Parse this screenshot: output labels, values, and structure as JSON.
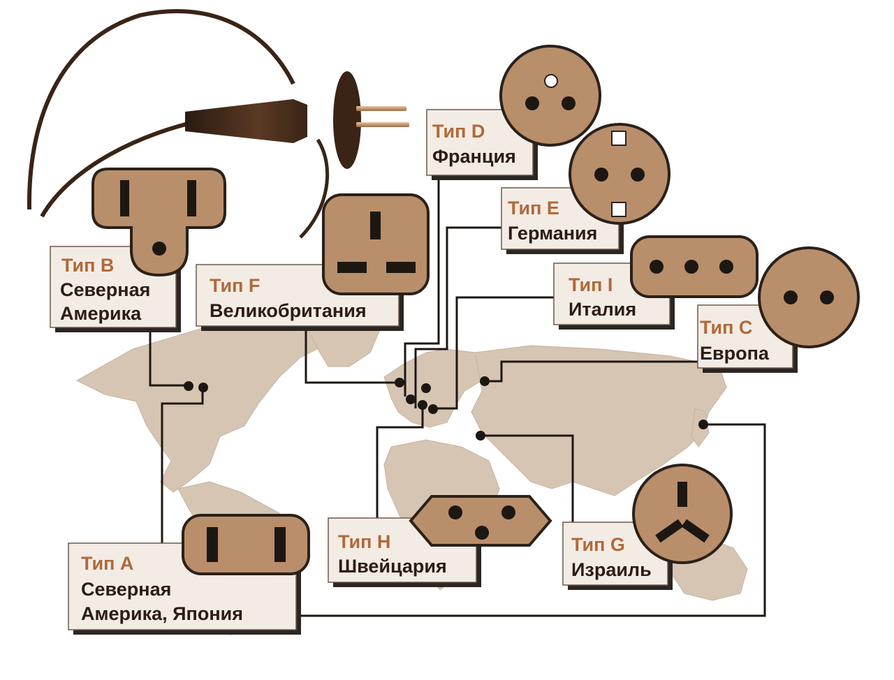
{
  "colors": {
    "socket_fill": "#b98e6b",
    "socket_stroke": "#2a211a",
    "label_fill": "#f3ece4",
    "label_shadow": "#2b2622",
    "map_fill": "#d6c5b3",
    "type_text": "#b0693a",
    "country_text": "#2b1d14",
    "line": "#1d1712"
  },
  "plug_types": [
    {
      "id": "A",
      "type_label": "Тип A",
      "country_lines": [
        "Северная",
        "Америка, Япония"
      ],
      "icon": "type-a-socket-icon"
    },
    {
      "id": "B",
      "type_label": "Тип B",
      "country_lines": [
        "Северная",
        "Америка"
      ],
      "icon": "type-b-socket-icon"
    },
    {
      "id": "C",
      "type_label": "Тип C",
      "country_lines": [
        "Европа"
      ],
      "icon": "type-c-socket-icon"
    },
    {
      "id": "D",
      "type_label": "Тип D",
      "country_lines": [
        "Франция"
      ],
      "icon": "type-d-socket-icon"
    },
    {
      "id": "E",
      "type_label": "Тип E",
      "country_lines": [
        "Германия"
      ],
      "icon": "type-e-socket-icon"
    },
    {
      "id": "F",
      "type_label": "Тип F",
      "country_lines": [
        "Великобритания"
      ],
      "icon": "type-f-socket-icon"
    },
    {
      "id": "G",
      "type_label": "Тип G",
      "country_lines": [
        "Израиль"
      ],
      "icon": "type-g-socket-icon"
    },
    {
      "id": "H",
      "type_label": "Тип H",
      "country_lines": [
        "Швейцария"
      ],
      "icon": "type-h-socket-icon"
    },
    {
      "id": "I",
      "type_label": "Тип I",
      "country_lines": [
        "Италия"
      ],
      "icon": "type-i-socket-icon"
    }
  ],
  "decor": {
    "plug_icon": "power-plug-with-cord-icon",
    "map_icon": "world-map-icon"
  }
}
